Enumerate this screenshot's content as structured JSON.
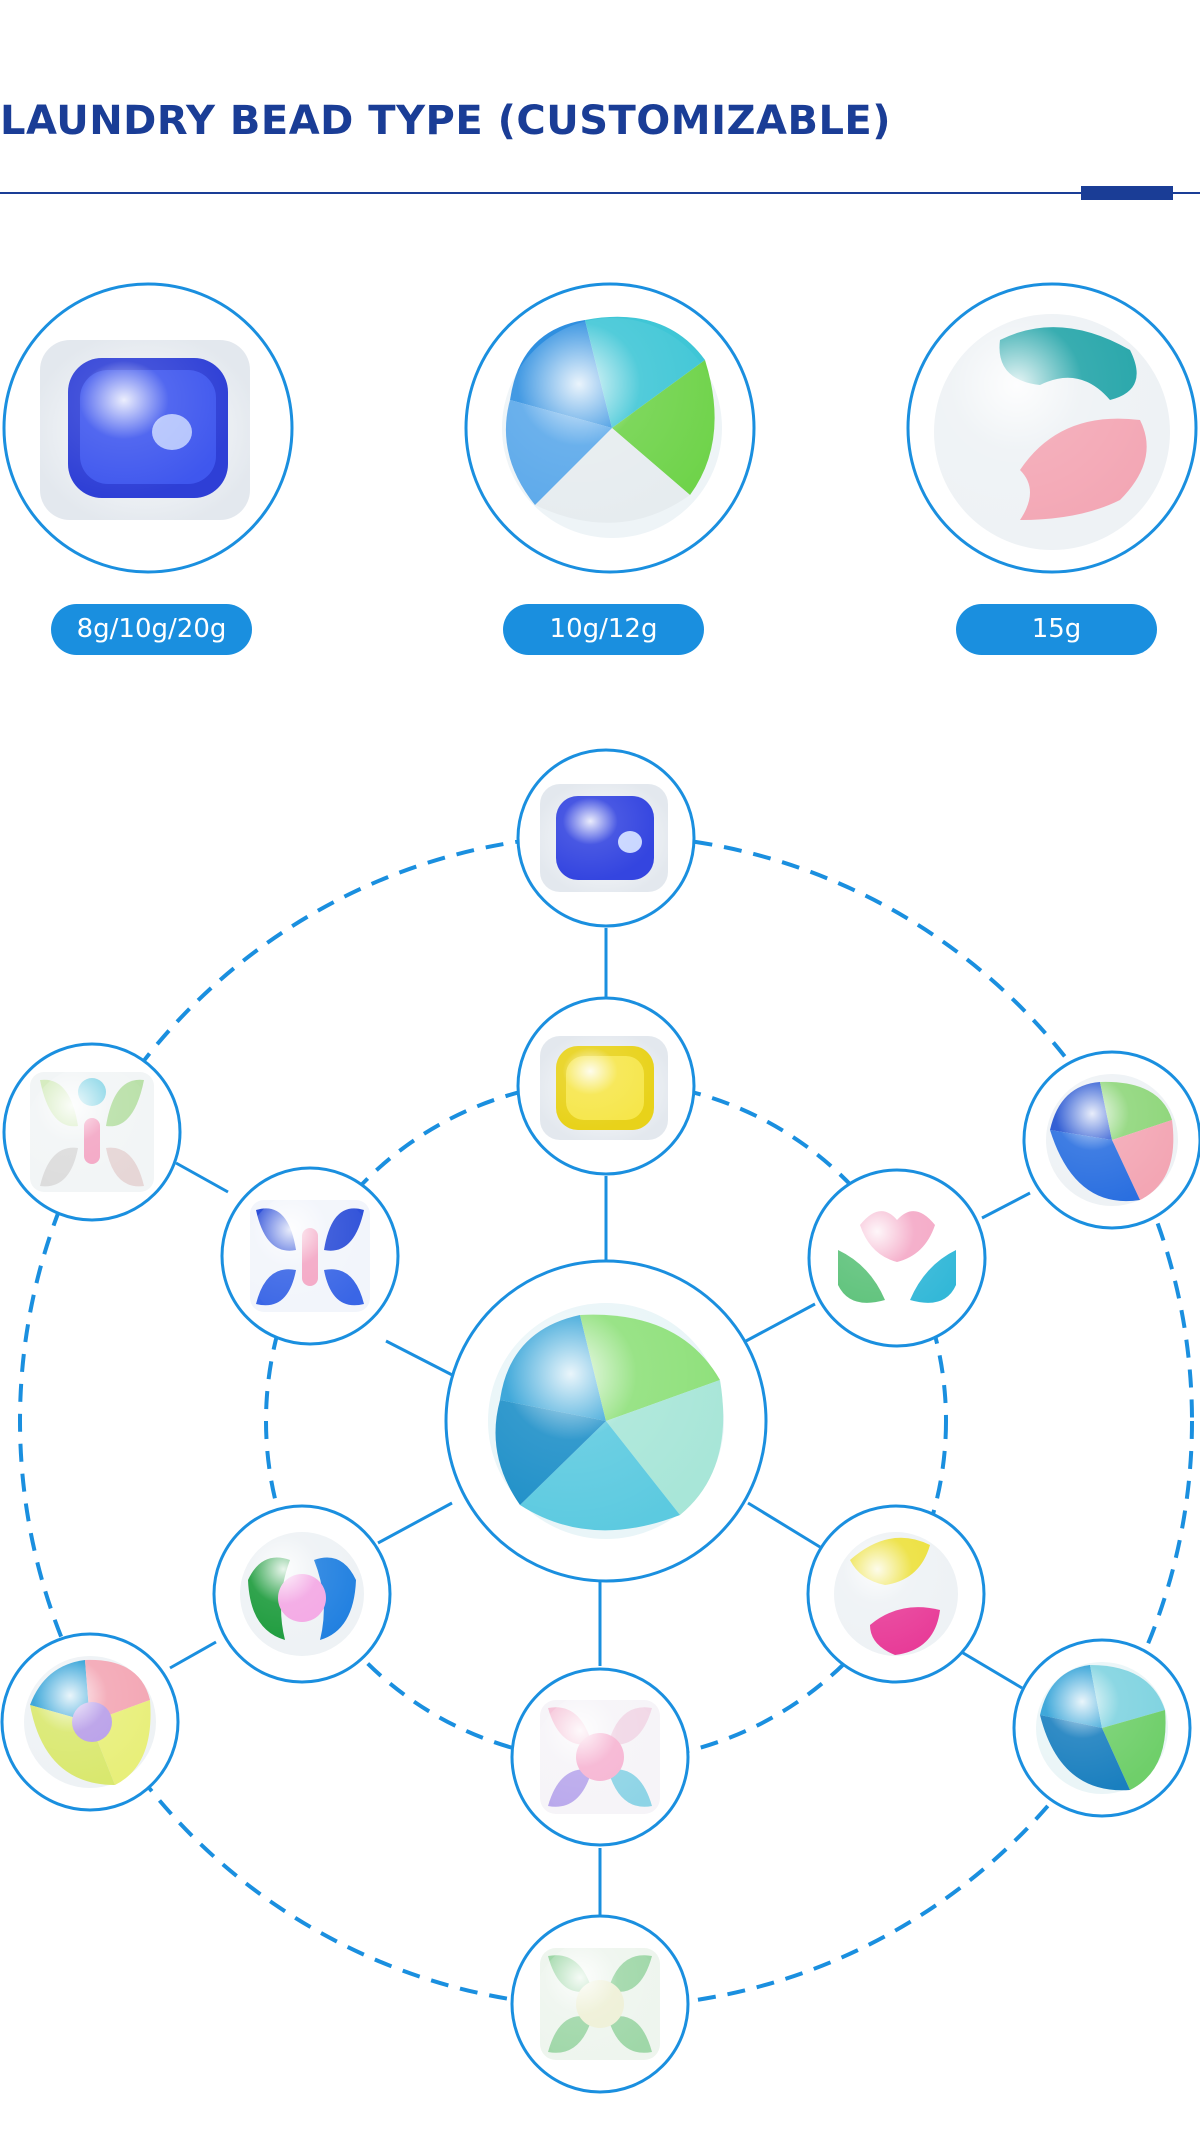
{
  "header": {
    "title": "LAUNDRY BEAD TYPE (CUSTOMIZABLE)",
    "accent_color": "#1a3d96"
  },
  "products": [
    {
      "weight": "8g/10g/20g",
      "pod": "blue square single-chamber pod"
    },
    {
      "weight": "10g/12g",
      "pod": "four-chamber swirl pod"
    },
    {
      "weight": "15g",
      "pod": "two-chamber teal and pink pod"
    }
  ],
  "diagram": {
    "ring_color": "#1a8fdf",
    "label_color": "#1a8fdf",
    "nodes": {
      "center": "four-chamber blue green swirl pod",
      "inner": [
        "yellow square pod",
        "pink green blue three-chamber pod",
        "pink yellow swirl pod",
        "four-chamber pod with pink beads",
        "green blue pod with pink ball",
        "blue four-wing pod with beads"
      ],
      "outer": [
        "blue square pod",
        "blue green pink swirl pod",
        "blue green swirl pod",
        "green four-chamber pod with beads",
        "pink yellow purple swirl pod",
        "clear four-wing pod with beads"
      ]
    }
  }
}
